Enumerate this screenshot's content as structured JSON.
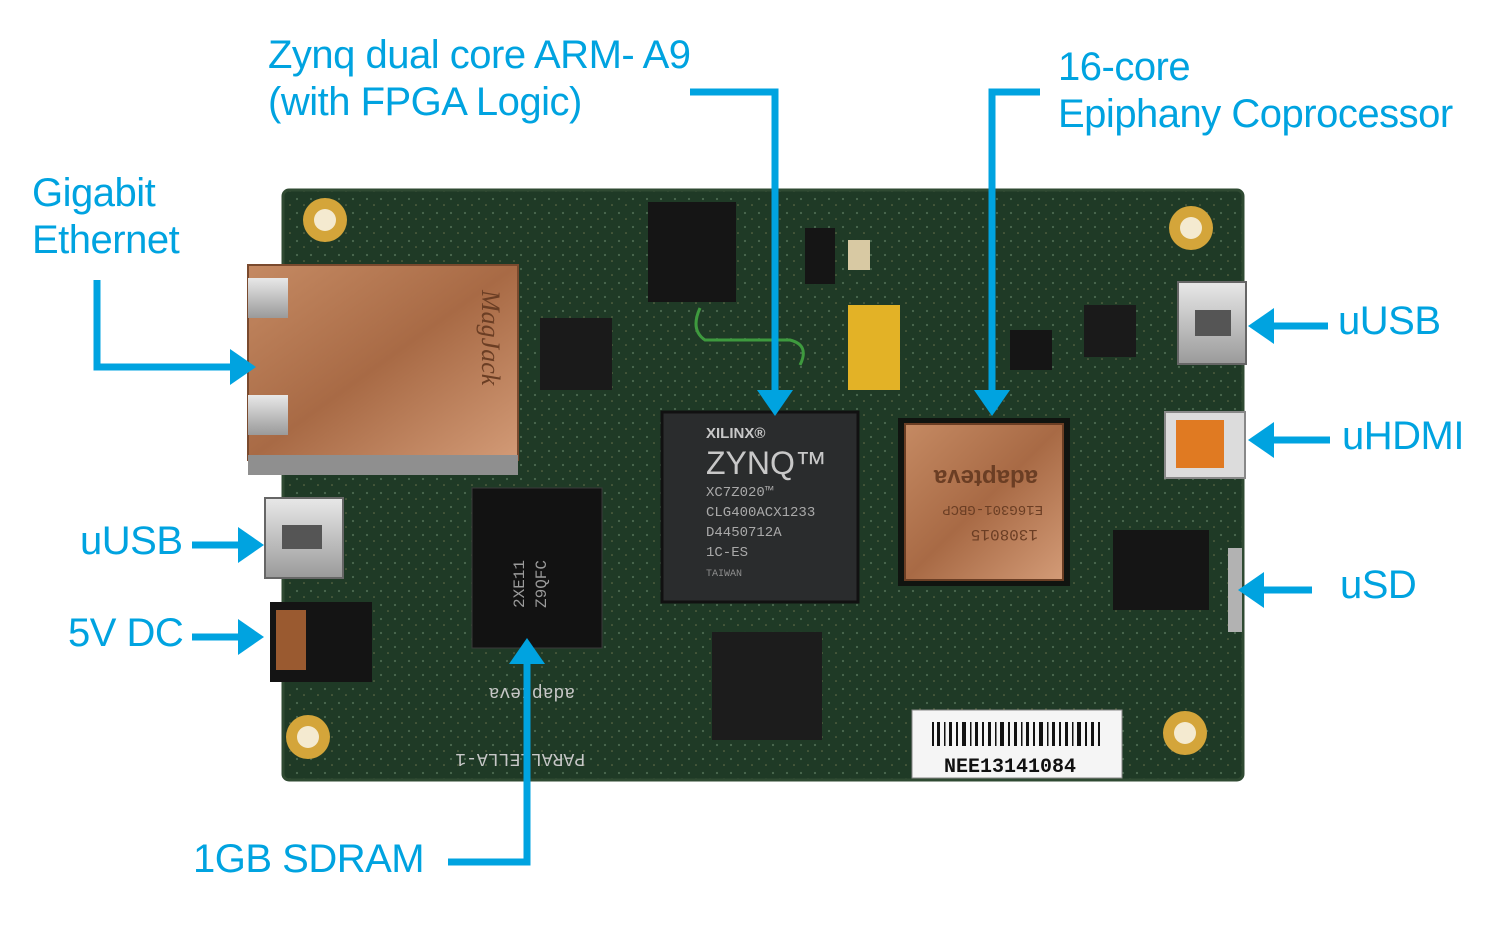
{
  "callouts": {
    "zynq_line1": "Zynq dual core ARM- A9",
    "zynq_line2": "(with FPGA Logic)",
    "epiphany_line1": "16-core",
    "epiphany_line2": "Epiphany Coprocessor",
    "ethernet_line1": "Gigabit",
    "ethernet_line2": "Ethernet",
    "usb_right": "uUSB",
    "hdmi": "uHDMI",
    "sd": "uSD",
    "usb_left": "uUSB",
    "dc": "5V DC",
    "sdram": "1GB SDRAM"
  },
  "board": {
    "zynq_chip": {
      "brand": "XILINX®",
      "name": "ZYNQ™",
      "line1": "XC7Z020™",
      "line2": "CLG400ACX1233",
      "line3": "D4450712A",
      "line4": "1C-ES",
      "line5": "TAIWAN"
    },
    "epiphany_chip": {
      "line1": "1308015",
      "line2": "E16G301-GBCP",
      "logo": "adapteva"
    },
    "sdram_chip": {
      "line1": "2XE11",
      "line2": "Z9QFC"
    },
    "silkscreen_brand": "adapteva",
    "silkscreen_model": "PARALLELLA-1",
    "barcode_number": "NEE13141084",
    "ethernet_jack_text": "MagJack"
  },
  "colors": {
    "callout": "#00a3e0",
    "pcb": "#1f3a26",
    "copper": "#b87a52"
  }
}
